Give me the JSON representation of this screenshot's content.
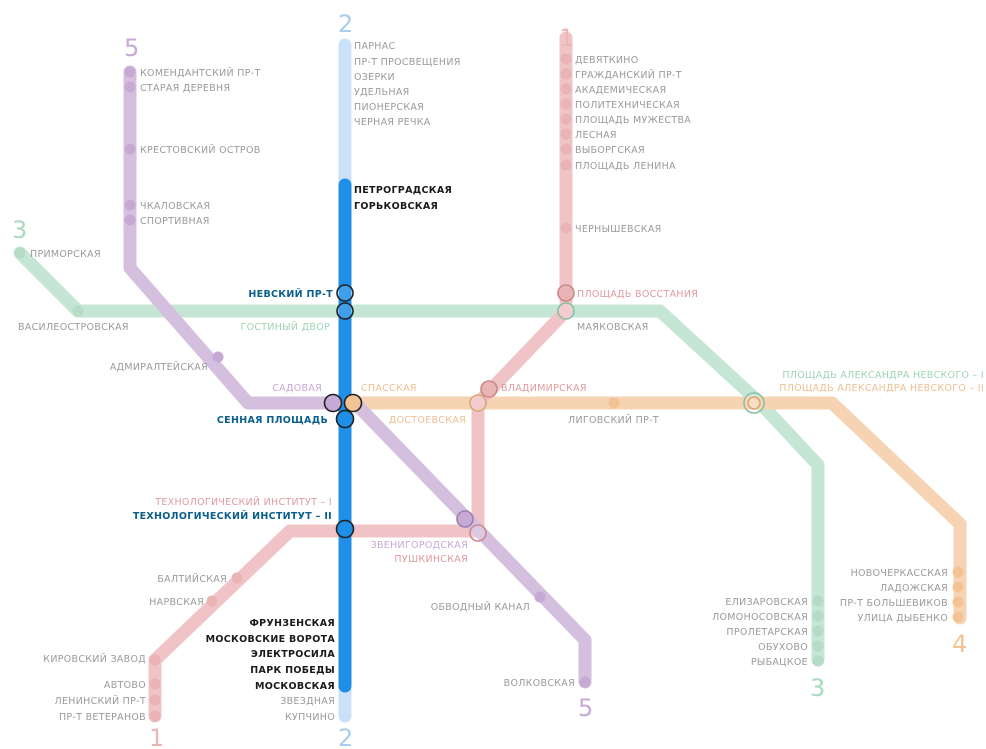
{
  "colors": {
    "line1": "#f0c4c6",
    "line2_main": "#1f8fe8",
    "line2_light": "#c9e2f7",
    "line3": "#c5e6d5",
    "line4": "#f6d3b2",
    "line5": "#d5bfdf",
    "dark_label": "#1a1a1a",
    "blue_label": "#0a5f8c",
    "gray_label": "#9a9a9a"
  },
  "line_numbers": {
    "l1_top": "1",
    "l1_bottom": "1",
    "l2_top": "2",
    "l2_bottom": "2",
    "l3_top": "3",
    "l3_bottom": "3",
    "l4": "4",
    "l5_top": "5",
    "l5_bottom": "5"
  },
  "stations": {
    "l2": {
      "parnas": "ПАРНАС",
      "prosvescheniya": "ПР-Т ПРОСВЕЩЕНИЯ",
      "ozerki": "ОЗЕРКИ",
      "udelnaya": "УДЕЛЬНАЯ",
      "pionerskaya": "ПИОНЕРСКАЯ",
      "chernaya_rechka": "ЧЕРНАЯ РЕЧКА",
      "petrogradskaya": "ПЕТРОГРАДСКАЯ",
      "gorkovskaya": "ГОРЬКОВСКАЯ",
      "nevsky": "НЕВСКИЙ ПР-Т",
      "sennaya": "СЕННАЯ ПЛОЩАДЬ",
      "tech2": "ТЕХНОЛОГИЧЕСКИЙ ИНСТИТУТ – II",
      "frunzenskaya": "ФРУНЗЕНСКАЯ",
      "moskovskie_vorota": "МОСКОВСКИЕ ВОРОТА",
      "elektrosila": "ЭЛЕКТРОСИЛА",
      "park_pobedy": "ПАРК ПОБЕДЫ",
      "moskovskaya": "МОСКОВСКАЯ",
      "zvezdnaya": "ЗВЕЗДНАЯ",
      "kupchino": "КУПЧИНО"
    },
    "l1": {
      "devyatkino": "ДЕВЯТКИНО",
      "grazhdansky": "ГРАЖДАНСКИЙ ПР-Т",
      "akademicheskaya": "АКАДЕМИЧЕСКАЯ",
      "politekh": "ПОЛИТЕХНИЧЕСКАЯ",
      "muzhestva": "ПЛОЩАДЬ МУЖЕСТВА",
      "lesnaya": "ЛЕСНАЯ",
      "vyborgskaya": "ВЫБОРГСКАЯ",
      "lenina": "ПЛОЩАДЬ ЛЕНИНА",
      "chernyshevskaya": "ЧЕРНЫШЕВСКАЯ",
      "vosstaniya": "ПЛОЩАДЬ ВОССТАНИЯ",
      "vladimirskaya": "ВЛАДИМИРСКАЯ",
      "pushkinskaya": "ПУШКИНСКАЯ",
      "tech1": "ТЕХНОЛОГИЧЕСКИЙ ИНСТИТУТ – I",
      "baltiyskaya": "БАЛТИЙСКАЯ",
      "narvskaya": "НАРВСКАЯ",
      "kirovsky": "КИРОВСКИЙ ЗАВОД",
      "avtovo": "АВТОВО",
      "leninsky": "ЛЕНИНСКИЙ ПР-Т",
      "veteranov": "ПР-Т ВЕТЕРАНОВ"
    },
    "l3": {
      "primorskaya": "ПРИМОРСКАЯ",
      "vasileostrovskaya": "ВАСИЛЕОСТРОВСКАЯ",
      "gostiny": "ГОСТИНЫЙ ДВОР",
      "mayakovskaya": "МАЯКОВСКАЯ",
      "nevskogo1": "ПЛОЩАДЬ АЛЕКСАНДРА НЕВСКОГО – I",
      "elizarovskaya": "ЕЛИЗАРОВСКАЯ",
      "lomonosovskaya": "ЛОМОНОСОВСКАЯ",
      "proletarskaya": "ПРОЛЕТАРСКАЯ",
      "obukhovo": "ОБУХОВО",
      "rybatskoe": "РЫБАЦКОЕ"
    },
    "l4": {
      "spasskaya": "СПАССКАЯ",
      "dostoevskaya": "ДОСТОЕВСКАЯ",
      "ligovsky": "ЛИГОВСКИЙ ПР-Т",
      "nevskogo2": "ПЛОЩАДЬ АЛЕКСАНДРА НЕВСКОГО – II",
      "novocherkasskaya": "НОВОЧЕРКАССКАЯ",
      "ladozhskaya": "ЛАДОЖСКАЯ",
      "bolshevikov": "ПР-Т БОЛЬШЕВИКОВ",
      "dybenko": "УЛИЦА ДЫБЕНКО"
    },
    "l5": {
      "komendantsky": "КОМЕНДАНТСКИЙ ПР-Т",
      "staraya_derevnya": "СТАРАЯ ДЕРЕВНЯ",
      "krestovsky": "КРЕСТОВСКИЙ ОСТРОВ",
      "chkalovskaya": "ЧКАЛОВСКАЯ",
      "sportivnaya": "СПОРТИВНАЯ",
      "admiralteyskaya": "АДМИРАЛТЕЙСКАЯ",
      "sadovaya": "САДОВАЯ",
      "zvenigorodskaya": "ЗВЕНИГОРОДСКАЯ",
      "obvodny": "ОБВОДНЫЙ КАНАЛ",
      "volkovskaya": "ВОЛКОВСКАЯ"
    }
  }
}
